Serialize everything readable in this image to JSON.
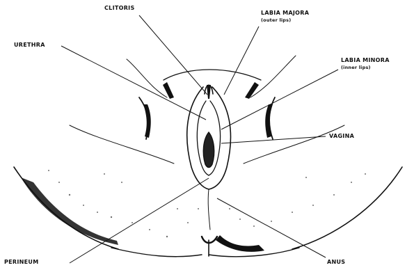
{
  "labels": {
    "clitoris": "CLITORIS",
    "labia_majora": "LABIA MAJORA",
    "labia_majora_sub": "(outer lips)",
    "urethra": "URETHRA",
    "labia_minora": "LABIA MINORA",
    "labia_minora_sub": "(inner lips)",
    "vagina": "VAGINA",
    "perineum": "PERINEUM",
    "anus": "ANUS"
  }
}
